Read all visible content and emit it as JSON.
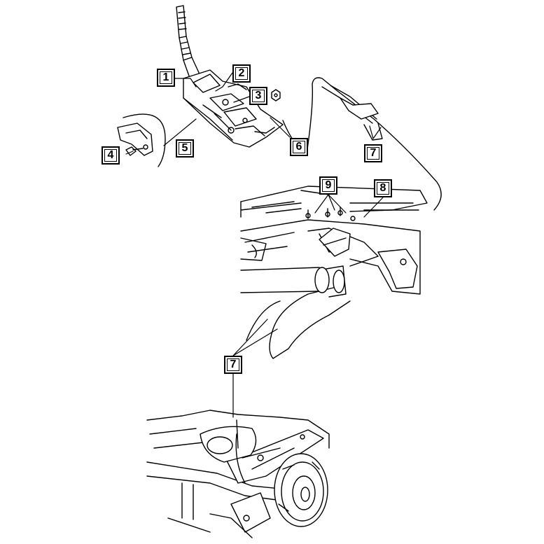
{
  "callouts": [
    {
      "id": "c1",
      "label": "1"
    },
    {
      "id": "c2",
      "label": "2"
    },
    {
      "id": "c3",
      "label": "3"
    },
    {
      "id": "c4",
      "label": "4"
    },
    {
      "id": "c5",
      "label": "5"
    },
    {
      "id": "c6",
      "label": "6"
    },
    {
      "id": "c7a",
      "label": "7"
    },
    {
      "id": "c8",
      "label": "8"
    },
    {
      "id": "c9",
      "label": "9"
    },
    {
      "id": "c7b",
      "label": "7"
    }
  ],
  "colors": {
    "line": "#000000",
    "background": "#ffffff"
  }
}
